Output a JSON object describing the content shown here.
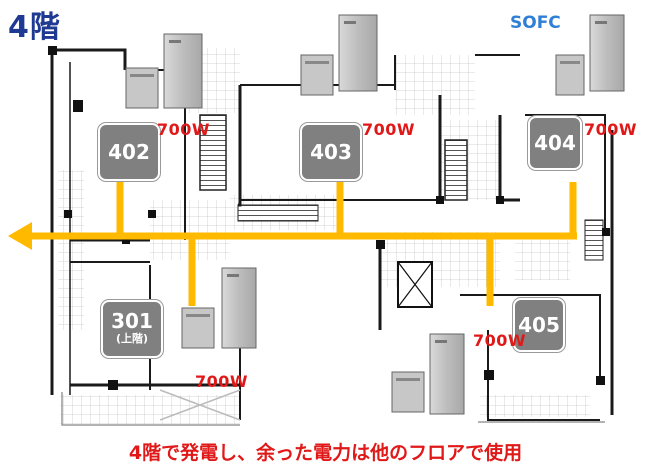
{
  "title": "4階",
  "sofc_label": "SOFC",
  "caption": "4階で発電し、余った電力は他のフロアで使用",
  "colors": {
    "title": "#1f3a93",
    "sofc": "#2f7fd6",
    "caption": "#e01818",
    "watt": "#e01818",
    "power_line": "#ffba00",
    "room_fill": "#808080"
  },
  "rooms": [
    {
      "id": "402",
      "label": "402",
      "sub": ""
    },
    {
      "id": "403",
      "label": "403",
      "sub": ""
    },
    {
      "id": "404",
      "label": "404",
      "sub": ""
    },
    {
      "id": "301",
      "label": "301",
      "sub": "(上階)"
    },
    {
      "id": "405",
      "label": "405",
      "sub": ""
    }
  ],
  "power": [
    {
      "room": "402",
      "watt": "700W"
    },
    {
      "room": "403",
      "watt": "700W"
    },
    {
      "room": "404",
      "watt": "700W"
    },
    {
      "room": "301",
      "watt": "700W"
    },
    {
      "room": "405",
      "watt": "700W"
    }
  ],
  "icons": [
    "sofc-unit-icon",
    "power-flow-arrow-icon"
  ]
}
